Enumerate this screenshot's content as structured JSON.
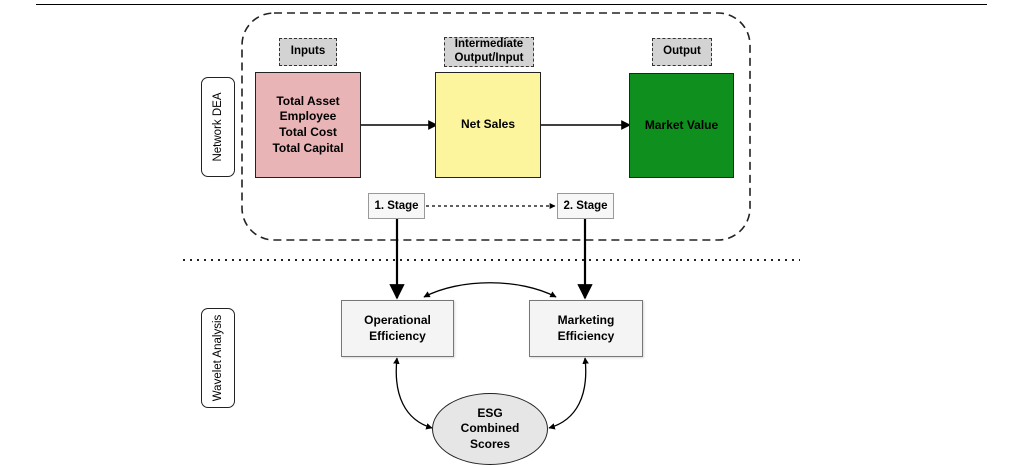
{
  "diagram": {
    "sections": {
      "network_dea": "Network DEA",
      "wavelet_analysis": "Wavelet Analysis"
    },
    "tags": {
      "inputs": "Inputs",
      "intermediate": "Intermediate Output/Input",
      "output": "Output"
    },
    "nodes": {
      "inputs_box": "Total Asset Employee Total Cost Total Capital",
      "net_sales": "Net Sales",
      "market_value": "Market Value"
    },
    "stages": {
      "stage1": "1. Stage",
      "stage2": "2. Stage"
    },
    "efficiency": {
      "operational": "Operational Efficiency",
      "marketing": "Marketing Efficiency"
    },
    "esg": "ESG Combined Scores",
    "colors": {
      "inputs_fill": "#e8b4b6",
      "net_sales_fill": "#fdf59d",
      "market_value_fill": "#0f8f1e",
      "tag_fill": "#d3d3d3"
    }
  }
}
